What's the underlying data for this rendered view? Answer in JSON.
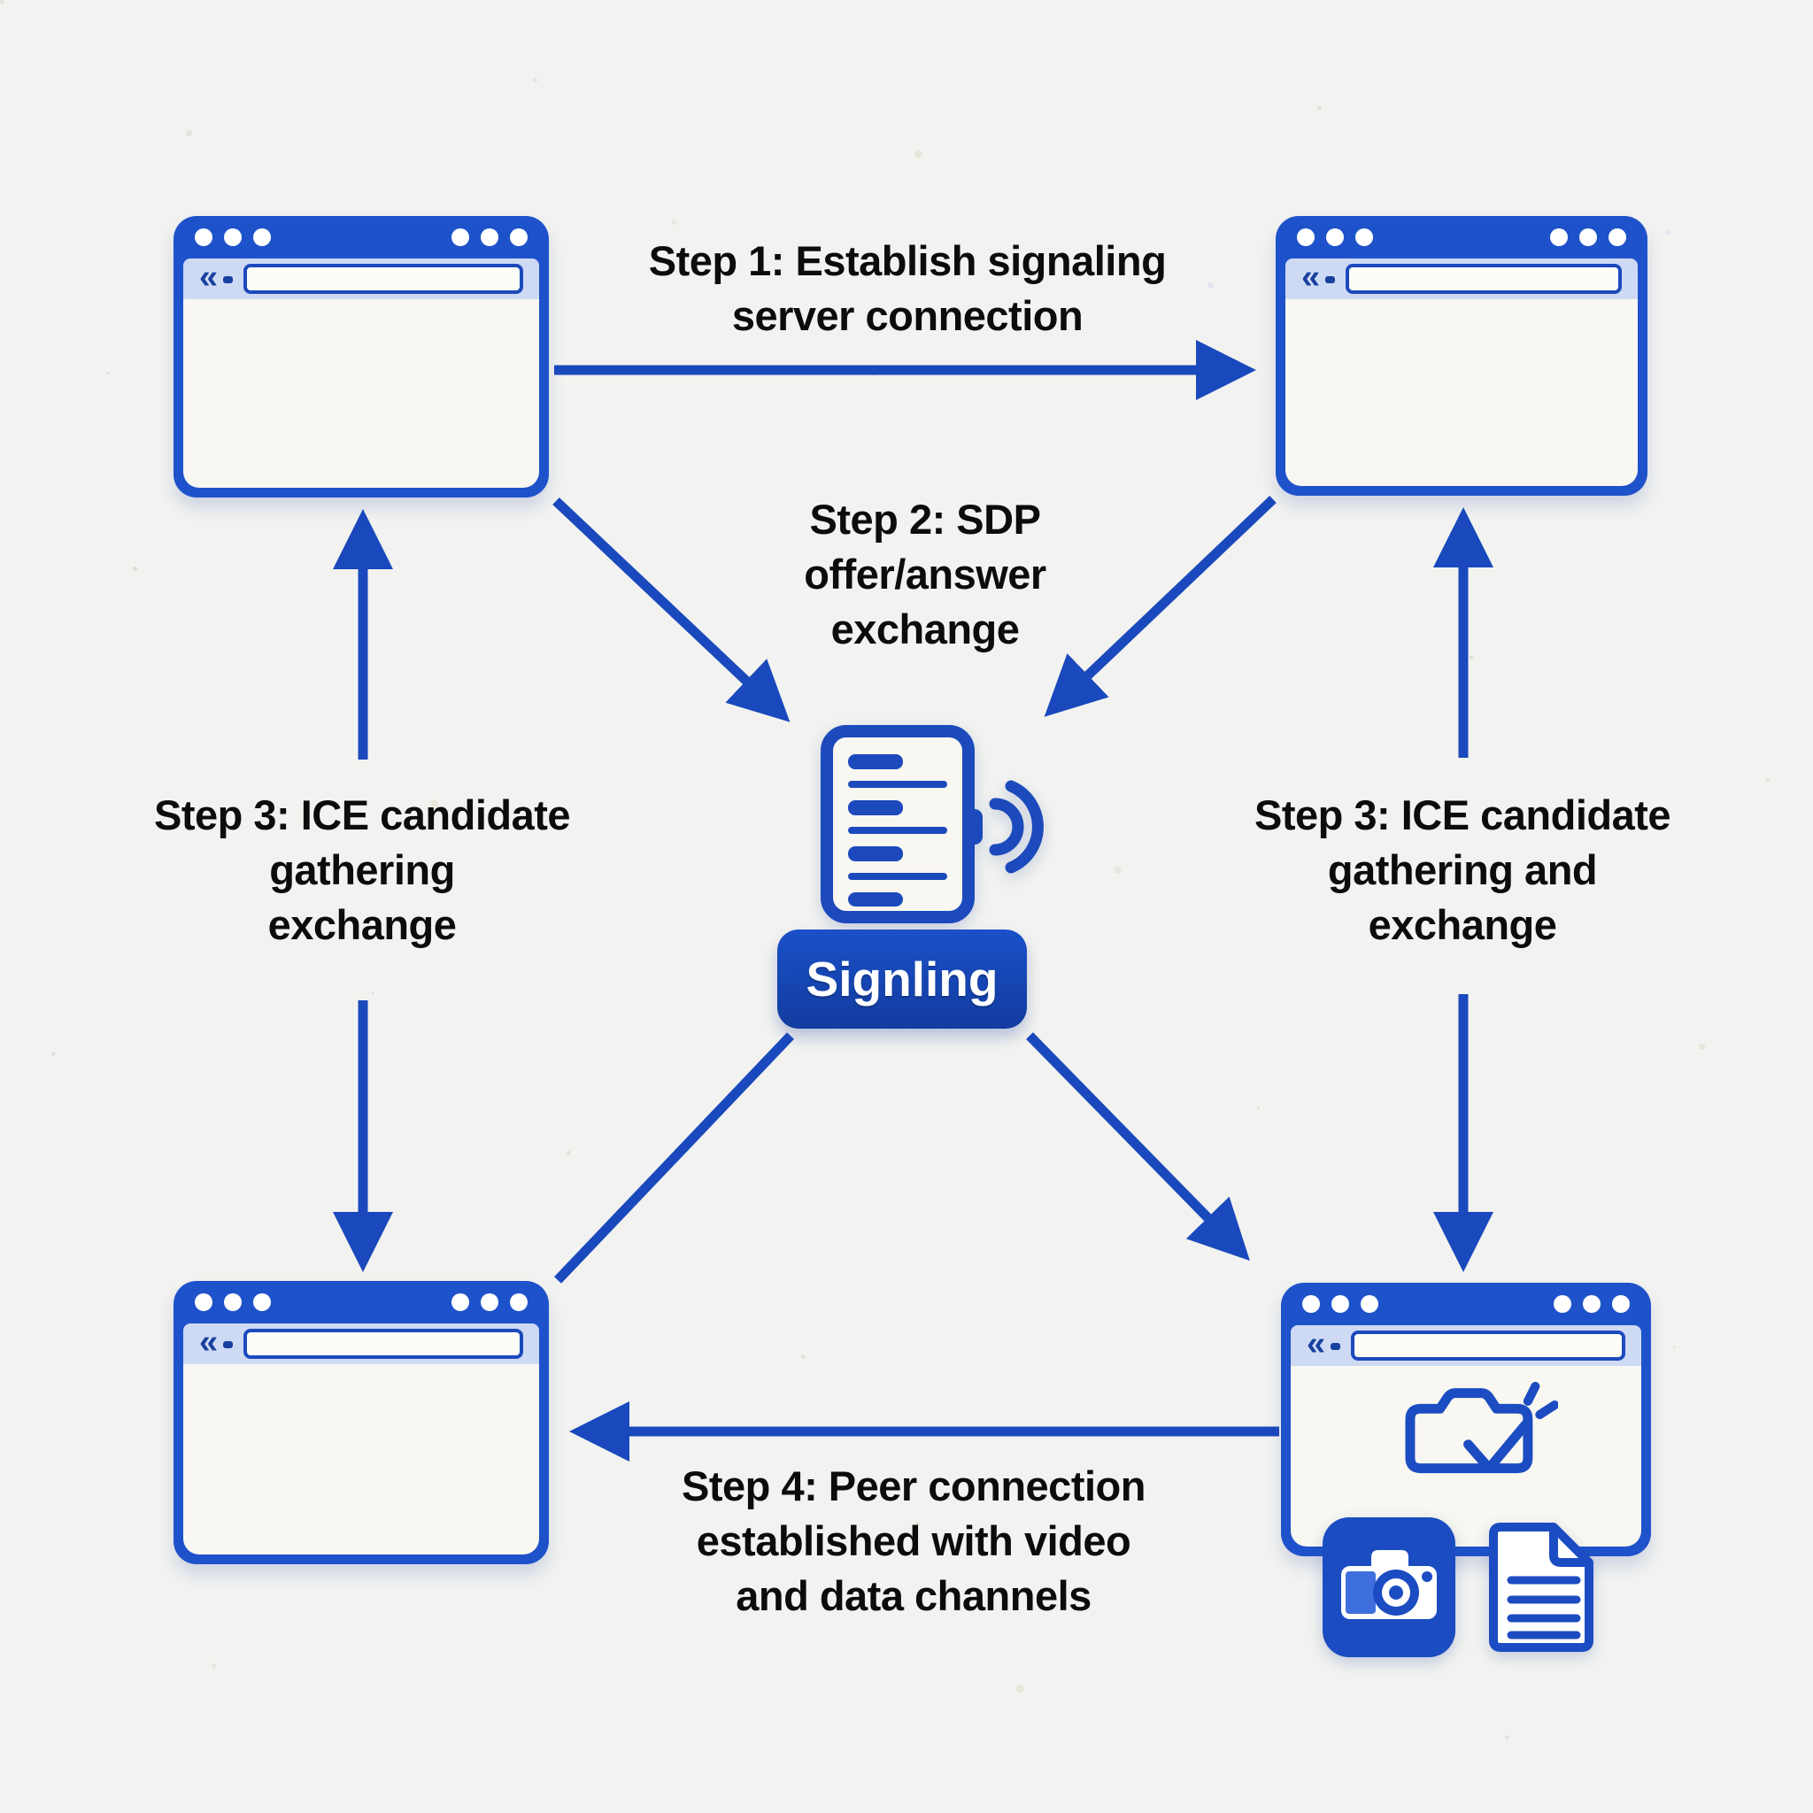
{
  "diagram": {
    "background_color": "#f2f3f0",
    "primary_blue": "#1d4fc4",
    "label_text_color": "#0c0c0c"
  },
  "labels": {
    "step1": {
      "lines": [
        "Step 1: Establish signaling",
        "server connection"
      ]
    },
    "step2": {
      "lines": [
        "Step 2: SDP",
        "offer/answer",
        "exchange"
      ]
    },
    "step3_left": {
      "lines": [
        "Step 3: ICE candidate",
        "gathering",
        "exchange"
      ]
    },
    "step3_right": {
      "lines": [
        "Step 3: ICE candidate",
        "gathering and",
        "exchange"
      ]
    },
    "step4": {
      "lines": [
        "Step 4: Peer connection",
        "established with video",
        "and data channels"
      ]
    }
  },
  "signaling_server": {
    "badge_label": "Signling",
    "icon": "server-list-with-sound-waves"
  },
  "windows": {
    "top_left": {
      "icon": "browser-window"
    },
    "top_right": {
      "icon": "browser-window"
    },
    "bottom_left": {
      "icon": "browser-window"
    },
    "bottom_right": {
      "icon": "browser-window",
      "content_icons": [
        "camera-sketch",
        "camera-app",
        "document-file"
      ]
    }
  },
  "icons": {
    "back_glyph": "«"
  },
  "arrows": [
    {
      "from": "top-left-window",
      "to": "top-right-window",
      "step": "step1"
    },
    {
      "from": "top-left-window",
      "to": "signaling-server",
      "step": "step2"
    },
    {
      "from": "top-right-window",
      "to": "signaling-server",
      "step": "step2"
    },
    {
      "from": "below-top-left-window",
      "to": "top-left-window",
      "step": "step3_left"
    },
    {
      "from": "above-bottom-left-window",
      "to": "bottom-left-window",
      "step": "step3_left"
    },
    {
      "from": "below-top-right-window",
      "to": "top-right-window",
      "step": "step3_right"
    },
    {
      "from": "above-bottom-right-window",
      "to": "bottom-right-window",
      "step": "step3_right"
    },
    {
      "from": "signaling-server",
      "to": "bottom-left-window",
      "step": ""
    },
    {
      "from": "signaling-server",
      "to": "bottom-right-window",
      "step": ""
    },
    {
      "from": "bottom-right-window",
      "to": "bottom-left-window",
      "step": "step4"
    }
  ]
}
